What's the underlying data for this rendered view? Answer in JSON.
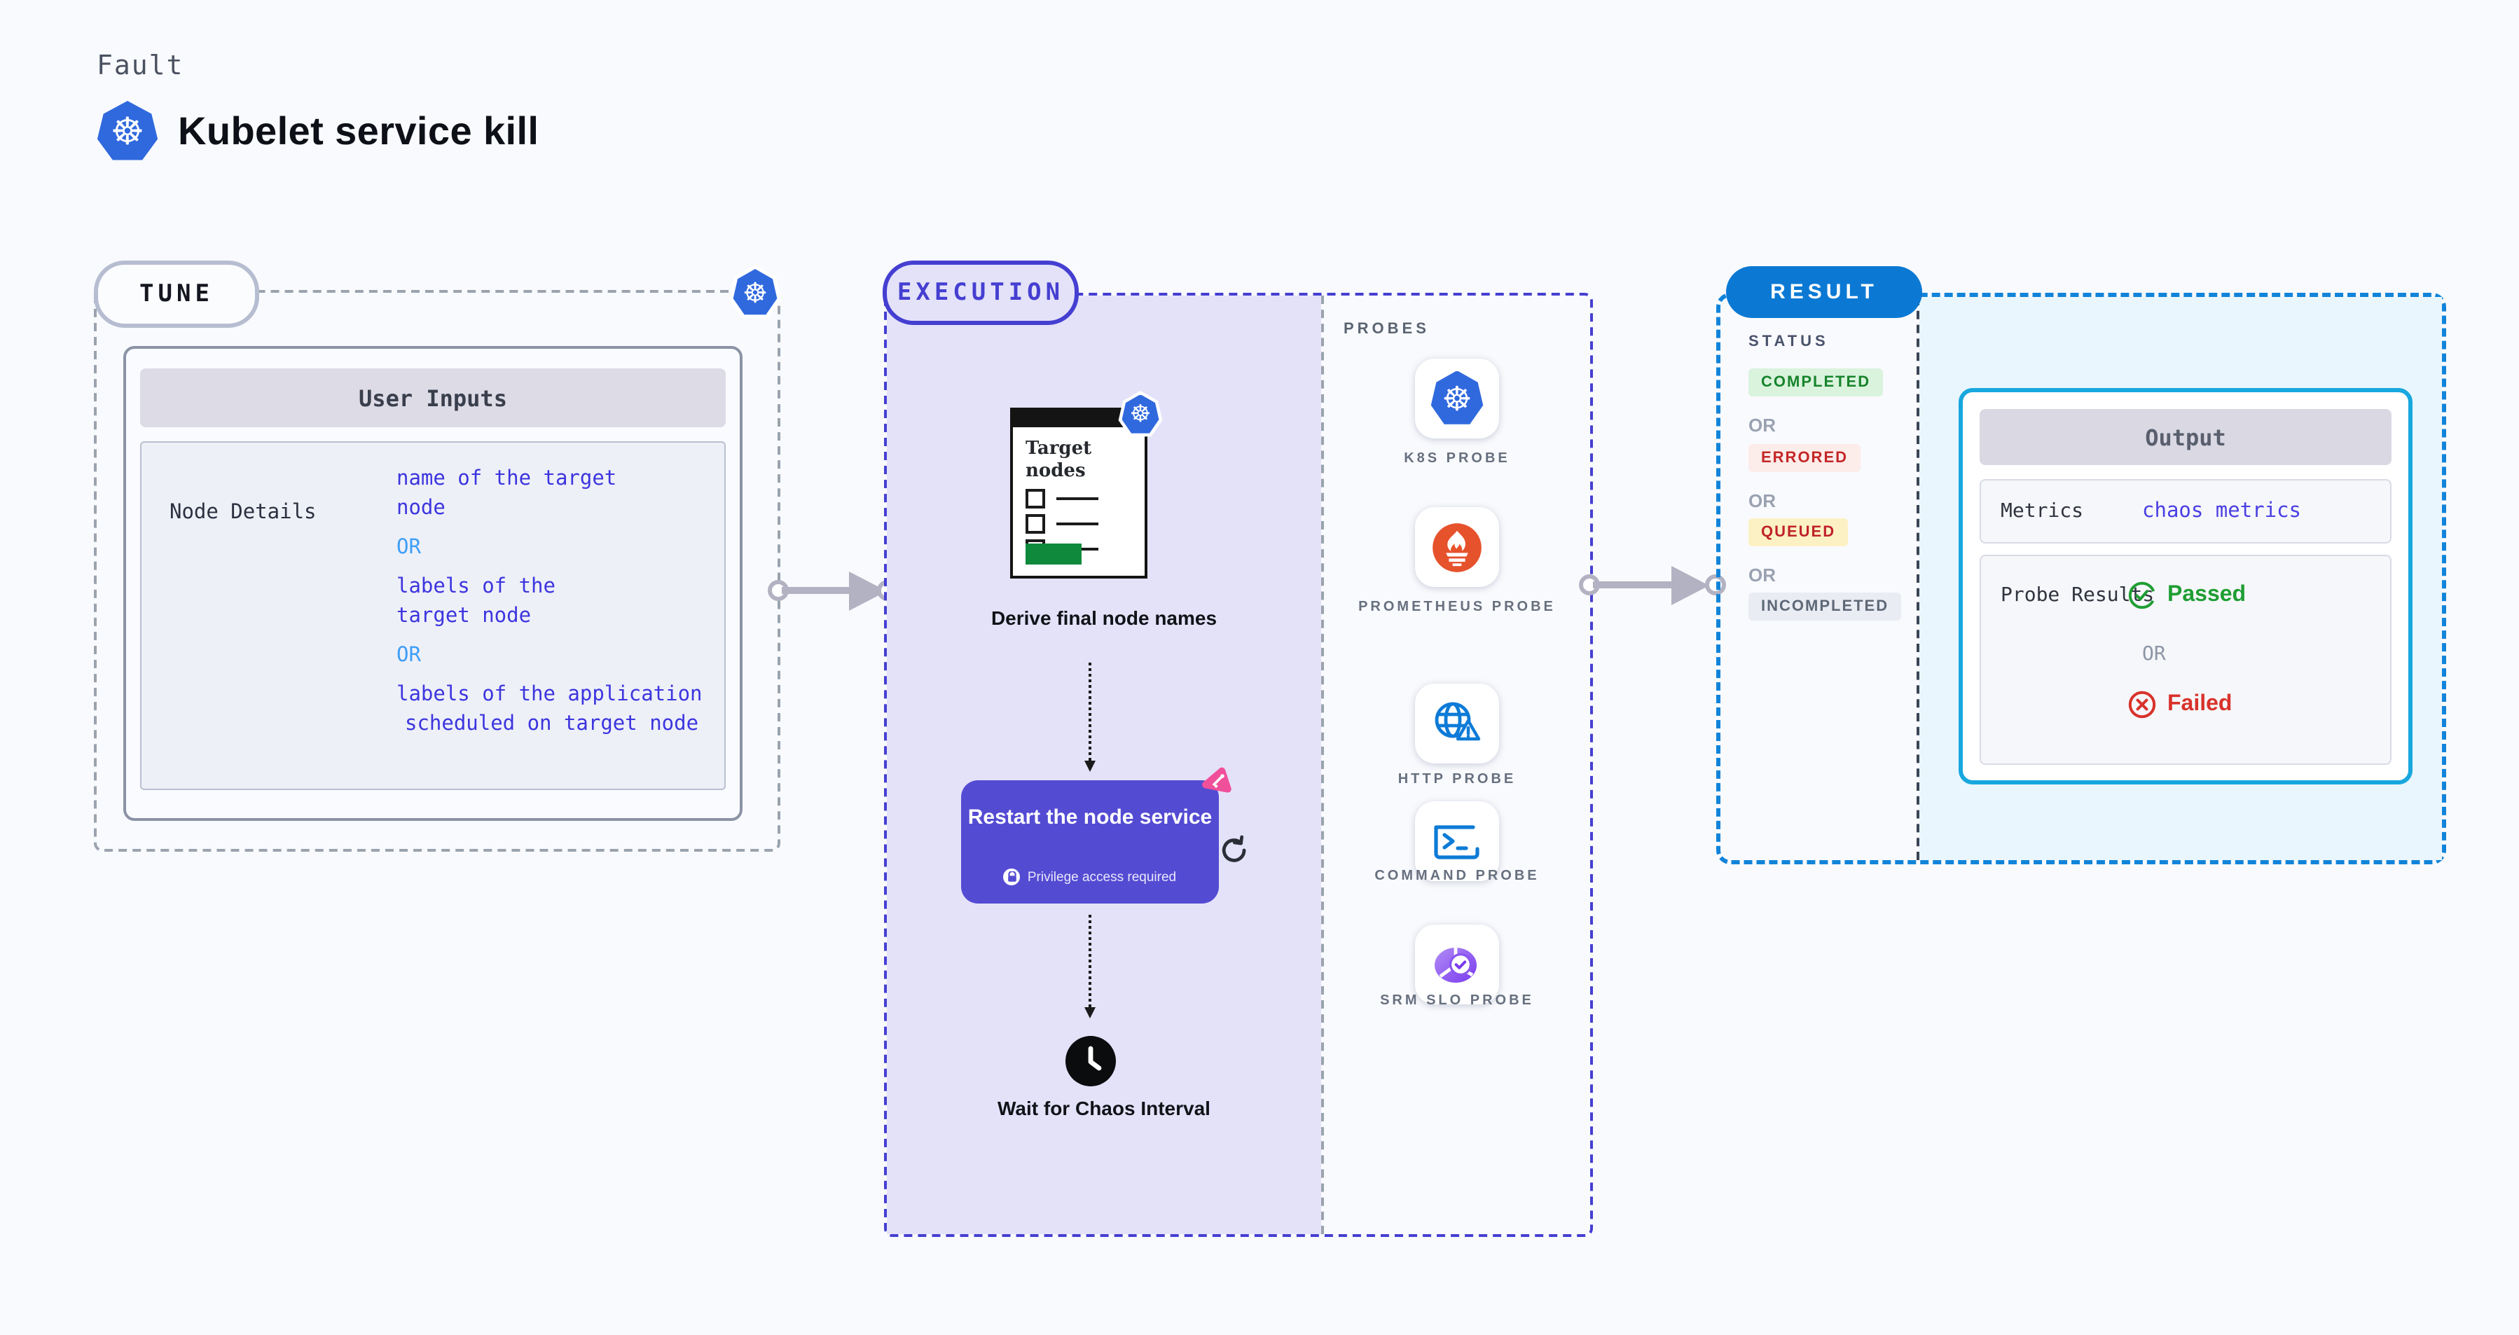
{
  "page": {
    "kind_label": "Fault",
    "title": "Kubelet service kill"
  },
  "tune": {
    "pill": "TUNE",
    "table_header": "User Inputs",
    "row_label": "Node Details",
    "value_lines": {
      "l0": "name of the target",
      "l1": "node",
      "l2": "OR",
      "l3": "labels of the",
      "l4": "target node",
      "l5": "OR",
      "l6": "labels of the application",
      "l7": "scheduled on target node"
    }
  },
  "execution": {
    "pill": "EXECUTION",
    "target_window_title": "Target nodes",
    "step_derive": "Derive final node names",
    "step_restart": "Restart the node service",
    "restart_note": "Privilege access required",
    "step_wait": "Wait for Chaos Interval"
  },
  "probes": {
    "label": "PROBES",
    "items": [
      {
        "name": "K8S PROBE",
        "icon": "kubernetes-icon"
      },
      {
        "name": "PROMETHEUS PROBE",
        "icon": "prometheus-icon"
      },
      {
        "name": "HTTP PROBE",
        "icon": "globe-warning-icon"
      },
      {
        "name": "COMMAND PROBE",
        "icon": "terminal-icon"
      },
      {
        "name": "SRM SLO PROBE",
        "icon": "slo-pie-check-icon"
      }
    ]
  },
  "result": {
    "pill": "RESULT",
    "status_label": "STATUS",
    "statuses": {
      "completed": "COMPLETED",
      "or1": "OR",
      "errored": "ERRORED",
      "or2": "OR",
      "queued": "QUEUED",
      "or3": "OR",
      "incompleted": "INCOMPLETED"
    },
    "output": {
      "header": "Output",
      "metrics_label": "Metrics",
      "metrics_value": "chaos metrics",
      "probe_results_label": "Probe Results",
      "passed": "Passed",
      "or": "OR",
      "failed": "Failed"
    }
  },
  "colors": {
    "page_bg": "#f9fafd",
    "kubernetes_blue": "#3069de",
    "execution_indigo": "#453fd1",
    "execution_panel": "#e4e2f9",
    "restart_button": "#544bd3",
    "chaos_pink": "#f0509a",
    "result_blue": "#0b79d4",
    "output_border": "#18a7de",
    "output_panel": "#e9f6fd",
    "completed_green": "#17842c",
    "errored_red": "#c42727",
    "queued_red_on_yellow": "#bf222b",
    "incompleted_grey": "#5e6877",
    "value_indigo": "#3c35de",
    "or_blue": "#3f9ef6",
    "passed_green": "#1f9e33",
    "failed_red": "#d8322a",
    "prometheus_orange": "#e6522c",
    "target_button_green": "#0f8a3d"
  }
}
